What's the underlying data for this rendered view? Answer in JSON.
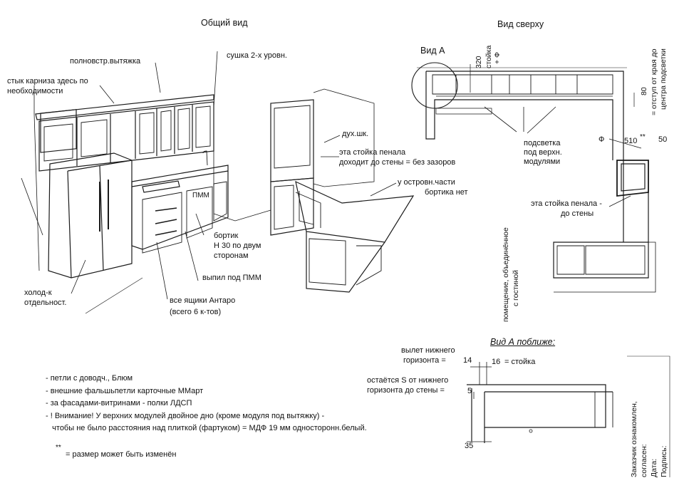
{
  "views": {
    "general": "Общий вид",
    "top": "Вид сверху",
    "view_a": "Вид А",
    "view_a_closer": "Вид А поближе:"
  },
  "general_labels": {
    "hood": "полновстр.вытяжка",
    "dryer": "сушка 2-х уровн.",
    "cornice_l1": "стык карниза здесь по",
    "cornice_l2": "необходимости",
    "oven": "дух.шк.",
    "pantry_l1": "эта стойка пенала",
    "pantry_l2": "доходит до стены = без зазоров",
    "island_l1": "у островн.части",
    "island_l2": "бортика нет",
    "pmm": "ПММ",
    "border_l1": "бортик",
    "border_l2": "Н 30 по двум",
    "border_l3": "сторонам",
    "cutout": "выпил под ПММ",
    "drawers_l1": "все ящики Антаро",
    "drawers_l2": "(всего 6 к-тов)",
    "fridge_l1": "холод-к",
    "fridge_l2": "отдельност."
  },
  "top_labels": {
    "dim_320": "320",
    "post_l1": "стойка",
    "post_l2": "+ Ф",
    "dim_80": "80",
    "offset_l1": "= отступ от края до",
    "offset_l2": "центра подсветки",
    "light_l1": "подсветка",
    "light_l2": "под верхн.",
    "light_l3": "модулями",
    "phi": "Ф",
    "dim_510": "510",
    "dim_510_mark": "**",
    "dim_50": "50",
    "pantry_l1": "эта стойка пенала -",
    "pantry_l2": "до стены",
    "room_l1": "помещение, объединённое",
    "room_l2": "с гостиной"
  },
  "detail_labels": {
    "overhang_l1": "вылет нижнего",
    "overhang_l2": "горизонта =",
    "dim_14": "14",
    "dim_16": "16",
    "post_eq": "= стойка",
    "remains_l1": "остаётся S  от нижнего",
    "remains_l2": "горизонта до стены =",
    "dim_5": "5",
    "dim_35": "35"
  },
  "notes": [
    "- петли с доводч., Блюм",
    "- внешние фальшьпетли карточные ММарт",
    "- за фасадами-витринами - полки ЛДСП",
    "- ! Внимание! У верхних модулей двойное дно (кроме модуля под вытяжку) -",
    "   чтобы не было расстояния над плиткой (фартуком) = МДФ 19 мм односторонн.белый."
  ],
  "footnote_mark": "**",
  "footnote_text": "= размер может быть изменён",
  "signature": {
    "line1": "Заказчик ознакомлен,",
    "line2": "согласен:",
    "line3": "Дата:",
    "line4": "Подпись:"
  }
}
